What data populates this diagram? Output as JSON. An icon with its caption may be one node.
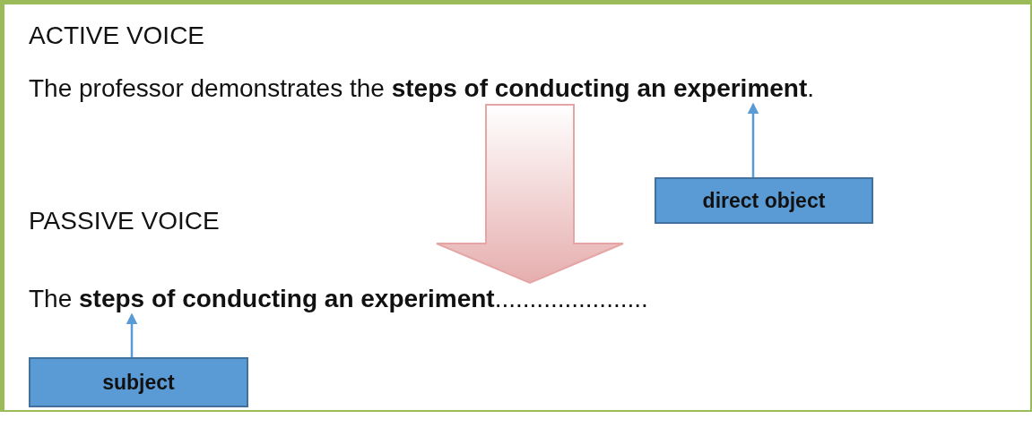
{
  "diagram": {
    "nodes": [
      {
        "text": [
          "The professor demonstrates the **steps of conducting an experiment**."
        ]
      },
      {
        "text": [
          "The **steps of conducting an experiment**......................"
        ]
      },
      {
        "text": [
          "direct object"
        ]
      },
      {
        "text": [
          "subject"
        ]
      }
    ],
    "edges": [
      {
        "from": 0,
        "to": 1,
        "arrow": "to",
        "style": "thick",
        "color": "#e6a5a5"
      },
      {
        "from": 2,
        "to": 0,
        "arrow": "to"
      },
      {
        "from": 3,
        "to": 1,
        "arrow": "to"
      }
    ],
    "labels": [
      "ACTIVE VOICE",
      "PASSIVE VOICE"
    ]
  }
}
